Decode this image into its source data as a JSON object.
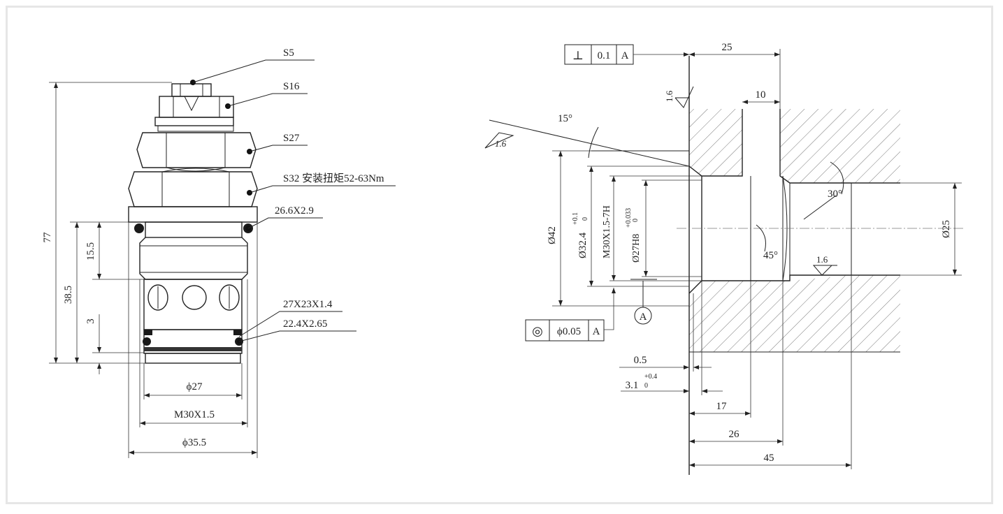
{
  "left_view": {
    "callouts": {
      "s5": "S5",
      "s16": "S16",
      "s27": "S27",
      "s32": "S32 安装扭矩52-63Nm",
      "oring1": "26.6X2.9",
      "oring2": "27X23X1.4",
      "oring3": "22.4X2.65"
    },
    "dims": {
      "total_height": "77",
      "height_38_5": "38.5",
      "height_15_5": "15.5",
      "height_3": "3",
      "dia_27": "ϕ27",
      "thread": "M30X1.5",
      "dia_35_5": "ϕ35.5"
    }
  },
  "right_view": {
    "perpendicularity": {
      "symbol": "⊥",
      "value": "0.1",
      "datum": "A"
    },
    "concentricity": {
      "symbol": "◎",
      "value": "ϕ0.05",
      "datum": "A"
    },
    "datum_label": "A",
    "roughness": {
      "r1": "1.6",
      "r2": "1.6",
      "r3": "1.6"
    },
    "angles": {
      "a15": "15°",
      "a30": "30°",
      "a45": "45°"
    },
    "dims": {
      "d25_top": "25",
      "d10": "10",
      "d42": "Ø42",
      "d32": "Ø32.4",
      "d32_tol_upper": "+0.1",
      "d32_tol_lower": "0",
      "thread": "M30X1.5-7H",
      "d27": "Ø27H8",
      "d27_tol_upper": "+0.033",
      "d27_tol_lower": "0",
      "d25_right": "Ø25",
      "d0_5": "0.5",
      "d3_1": "3.1",
      "d3_1_tol_upper": "+0.4",
      "d3_1_tol_lower": "0",
      "d17": "17",
      "d26": "26",
      "d45": "45"
    }
  }
}
